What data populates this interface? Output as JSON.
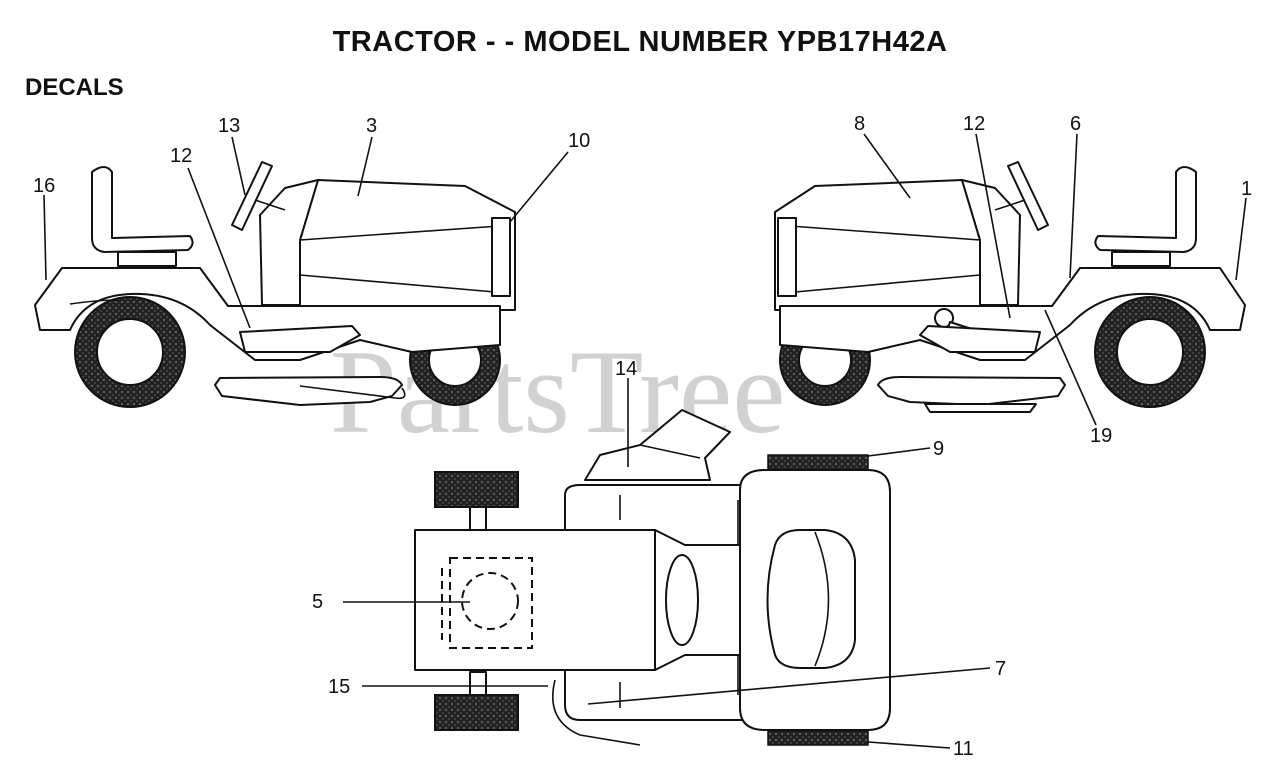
{
  "title": "TRACTOR - - MODEL NUMBER YPB17H42A",
  "section": "DECALS",
  "watermark": "PartsTree",
  "callouts": [
    "16",
    "13",
    "12",
    "3",
    "10",
    "8",
    "12",
    "6",
    "1",
    "19",
    "14",
    "9",
    "5",
    "15",
    "7",
    "11"
  ]
}
